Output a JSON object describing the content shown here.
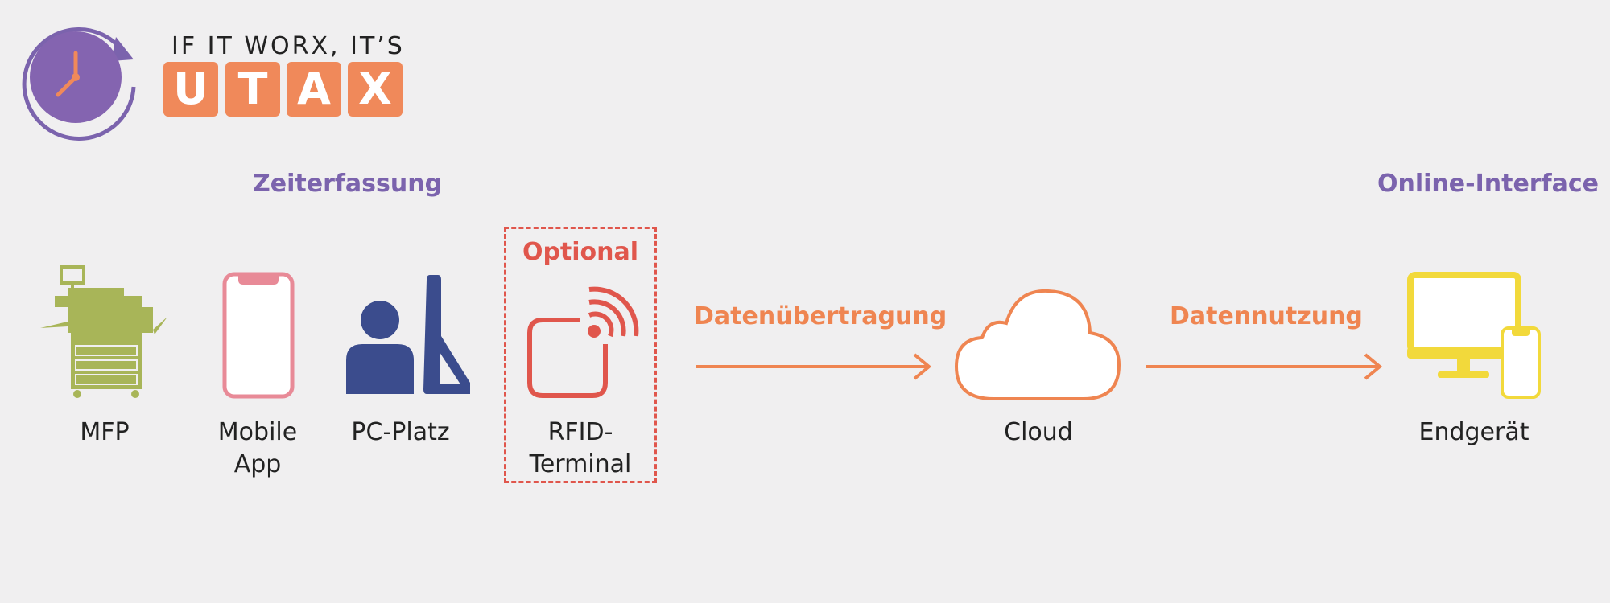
{
  "brand": {
    "tagline": "IF IT WORX, IT’S",
    "logo_letters": [
      "U",
      "T",
      "A",
      "X"
    ],
    "color_purple": "#7b63ad",
    "color_orange": "#f0895a"
  },
  "sections": {
    "left_heading": "Zeiterfassung",
    "right_heading": "Online-Interface"
  },
  "devices": {
    "mfp": "MFP",
    "mobile_app_line1": "Mobile",
    "mobile_app_line2": "App",
    "pc": "PC-Platz",
    "optional": "Optional",
    "rfid_line1": "RFID-",
    "rfid_line2": "Terminal"
  },
  "flow": {
    "transfer": "Datenübertragung",
    "usage": "Datennutzung",
    "cloud": "Cloud",
    "endpoint": "Endgerät"
  },
  "icons": [
    "clock-icon",
    "printer-icon",
    "smartphone-icon",
    "pc-user-icon",
    "rfid-icon",
    "cloud-icon",
    "monitor-phone-icon"
  ]
}
